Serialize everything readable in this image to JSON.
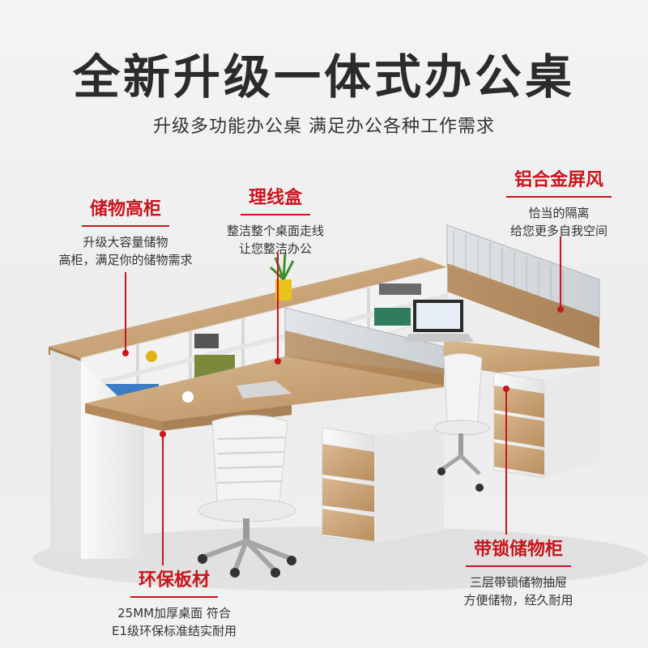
{
  "header": {
    "title": "全新升级一体式办公桌",
    "subtitle": "升级多功能办公桌 满足办公各种工作需求"
  },
  "labels": {
    "storage_cabinet": {
      "title": "储物高柜",
      "line1": "升级大容量储物",
      "line2": "高柜，满足你的储物需求"
    },
    "cable_box": {
      "title": "理线盒",
      "line1": "整洁整个桌面走线",
      "line2": "让您整洁办公"
    },
    "aluminum_screen": {
      "title": "铝合金屏风",
      "line1": "恰当的隔离",
      "line2": "给您更多自我空间"
    },
    "locking_cabinet": {
      "title": "带锁储物柜",
      "line1": "三层带锁储物抽屉",
      "line2": "方便储物，经久耐用"
    },
    "eco_board": {
      "title": "环保板材",
      "line1": "25MM加厚桌面 符合",
      "line2": "E1级环保标准结实耐用"
    }
  },
  "colors": {
    "accent": "#c8161d",
    "wood": "#c9a77d",
    "white_panel": "#f5f5f5"
  }
}
